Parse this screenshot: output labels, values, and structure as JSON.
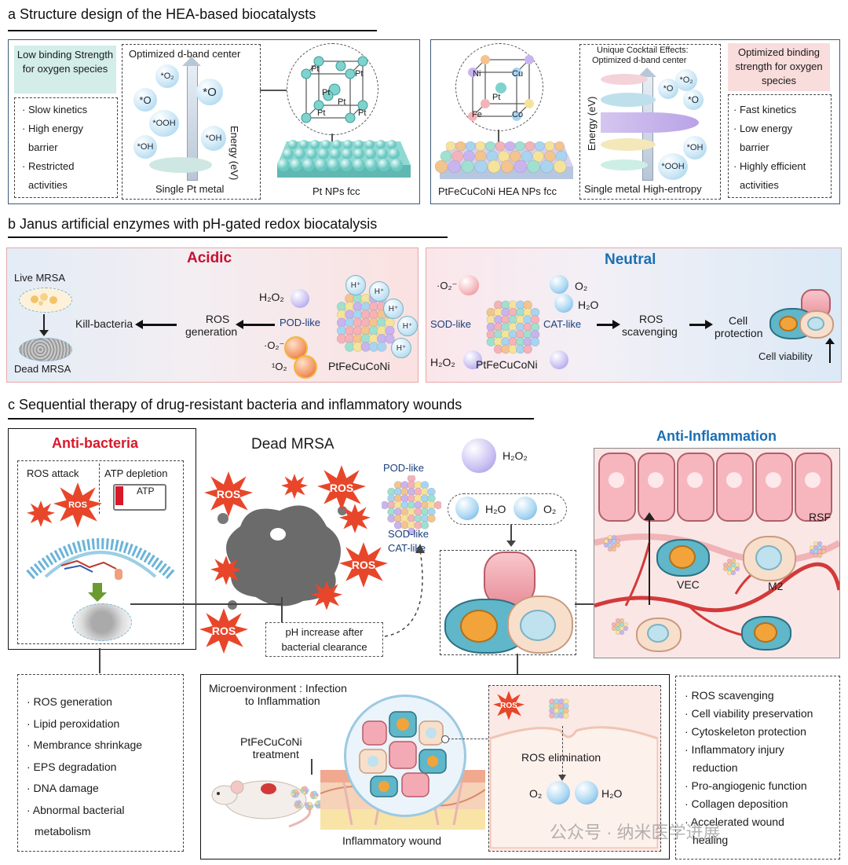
{
  "colors": {
    "acidic": "#c8102e",
    "neutral": "#1a6fb3",
    "anti_bacteria": "#d7192a",
    "anti_inflammation": "#1a6fb3",
    "teal_box": "#d3ede9",
    "pink_box": "#f9dcdc",
    "ros_star": "#e8462a"
  },
  "section_a": {
    "title": "a  Structure design of the HEA-based biocatalysts",
    "left": {
      "teal_box": "Low binding Strength for oxygen species",
      "bullets": [
        "· Slow kinetics",
        "· High energy",
        "  barrier",
        "· Restricted",
        "  activities"
      ],
      "graph_title": "Optimized d-band center",
      "energy_label": "Energy (eV)",
      "species": [
        "*O₂",
        "*O",
        "*O",
        "*OOH",
        "*OH",
        "*OH"
      ],
      "graph_caption": "Single Pt metal",
      "crystal_atoms": [
        "Pt",
        "Pt",
        "Pt",
        "Pt",
        "Pt",
        "Pt"
      ],
      "np_caption": "Pt NPs fcc"
    },
    "right": {
      "crystal_atoms": [
        "Ni",
        "Cu",
        "Pt",
        "Fe",
        "Co"
      ],
      "np_caption": "PtFeCuCoNi HEA NPs fcc",
      "graph_title_1": "Unique Cocktail Effects:",
      "graph_title_2": "Optimized d-band center",
      "energy_label": "Energy (eV)",
      "species": [
        "*O",
        "*O₂",
        "*O",
        "*OH",
        "*OOH"
      ],
      "graph_caption": "Single metal High-entropy",
      "pink_box": "Optimized binding strength for oxygen species",
      "bullets": [
        "· Fast kinetics",
        "· Low energy",
        "  barrier",
        "· Highly efficient",
        "  activities"
      ]
    }
  },
  "section_b": {
    "title": "b  Janus artificial enzymes with pH-gated redox biocatalysis",
    "acidic": {
      "heading": "Acidic",
      "live": "Live MRSA",
      "dead": "Dead MRSA",
      "kill": "Kill-bacteria",
      "ros_gen_1": "ROS",
      "ros_gen_2": "generation",
      "h2o2": "H₂O₂",
      "pod": "POD-like",
      "o2_rad": "·O₂⁻",
      "singlet": "¹O₂",
      "catalyst": "PtFeCuCoNi",
      "hplus": [
        "H⁺",
        "H⁺",
        "H⁺",
        "H⁺",
        "H⁺"
      ]
    },
    "neutral": {
      "heading": "Neutral",
      "o2_rad": "·O₂⁻",
      "sod": "SOD-like",
      "h2o2": "H₂O₂",
      "catalyst": "PtFeCuCoNi",
      "o2": "O₂",
      "h2o": "H₂O",
      "cat": "CAT-like",
      "ros_scav_1": "ROS",
      "ros_scav_2": "scavenging",
      "cell_prot_1": "Cell",
      "cell_prot_2": "protection",
      "viability": "Cell viability"
    }
  },
  "section_c": {
    "title": "c  Sequential therapy of drug-resistant bacteria and inflammatory wounds",
    "anti_bacteria": {
      "heading": "Anti-bacteria",
      "ros_attack": "ROS attack",
      "atp_depletion": "ATP depletion",
      "atp": "ATP",
      "ros": "ROS",
      "bullets": [
        "· ROS generation",
        "· Lipid peroxidation",
        "· Membrance shrinkage",
        "· EPS degradation",
        "· DNA damage",
        "· Abnormal bacterial",
        "  metabolism"
      ]
    },
    "middle": {
      "dead_mrsa": "Dead MRSA",
      "ros": "ROS",
      "pod": "POD-like",
      "sod": "SOD-like",
      "cat": "CAT-like",
      "h2o2": "H₂O₂",
      "h2o": "H₂O",
      "o2": "O₂",
      "ph_1": "pH increase after",
      "ph_2": "bacterial clearance"
    },
    "anti_inflammation": {
      "heading": "Anti-Inflammation",
      "rsf": "RSF",
      "vec": "VEC",
      "m2": "M2",
      "bullets": [
        "· ROS scavenging",
        "· Cell viability preservation",
        "· Cytoskeleton protection",
        "· Inflammatory injury",
        "  reduction",
        "· Pro-angiogenic function",
        "· Collagen deposition",
        "· Accelerated wound",
        "  healing"
      ]
    },
    "micro": {
      "title_1": "Microenvironment : Infection",
      "title_2": "to Inflammation",
      "treat_1": "PtFeCuCoNi",
      "treat_2": "treatment",
      "wound": "Inflammatory wound",
      "ros": "ROS",
      "elimination": "ROS elimination",
      "o2": "O₂",
      "h2o": "H₂O"
    }
  },
  "watermark": "公众号 · 纳米医学进展"
}
